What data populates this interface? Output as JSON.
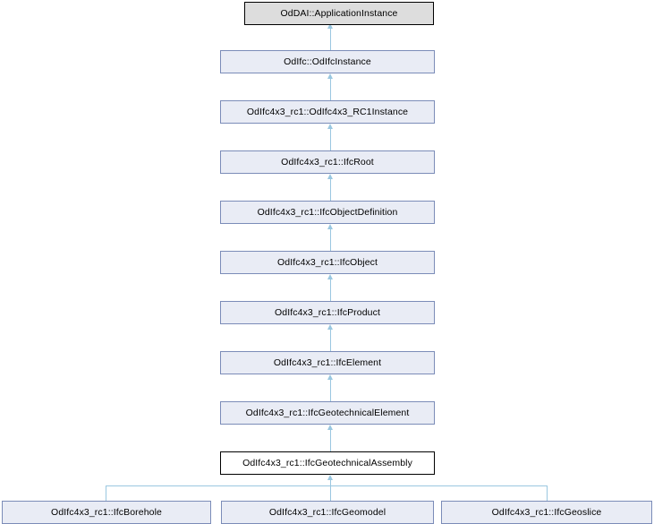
{
  "diagram": {
    "title": "Inheritance diagram for OdIfc4x3_rc1::IfcGeotechnicalAssembly",
    "type": "class-inheritance",
    "colors": {
      "inherit_fill": "#e9ecf5",
      "inherit_border": "#7b8cb8",
      "root_fill": "#dddddd",
      "root_border": "#000000",
      "current_fill": "#ffffff",
      "current_border": "#000000",
      "edge": "#9ac7e0",
      "background": "#ffffff"
    },
    "nodes": [
      {
        "id": "n0",
        "label": "OdDAI::ApplicationInstance",
        "style": "root"
      },
      {
        "id": "n1",
        "label": "OdIfc::OdIfcInstance",
        "style": "inherit"
      },
      {
        "id": "n2",
        "label": "OdIfc4x3_rc1::OdIfc4x3_RC1Instance",
        "style": "inherit"
      },
      {
        "id": "n3",
        "label": "OdIfc4x3_rc1::IfcRoot",
        "style": "inherit"
      },
      {
        "id": "n4",
        "label": "OdIfc4x3_rc1::IfcObjectDefinition",
        "style": "inherit"
      },
      {
        "id": "n5",
        "label": "OdIfc4x3_rc1::IfcObject",
        "style": "inherit"
      },
      {
        "id": "n6",
        "label": "OdIfc4x3_rc1::IfcProduct",
        "style": "inherit"
      },
      {
        "id": "n7",
        "label": "OdIfc4x3_rc1::IfcElement",
        "style": "inherit"
      },
      {
        "id": "n8",
        "label": "OdIfc4x3_rc1::IfcGeotechnicalElement",
        "style": "inherit"
      },
      {
        "id": "n9",
        "label": "OdIfc4x3_rc1::IfcGeotechnicalAssembly",
        "style": "current"
      },
      {
        "id": "n10",
        "label": "OdIfc4x3_rc1::IfcBorehole",
        "style": "inherit"
      },
      {
        "id": "n11",
        "label": "OdIfc4x3_rc1::IfcGeomodel",
        "style": "inherit"
      },
      {
        "id": "n12",
        "label": "OdIfc4x3_rc1::IfcGeoslice",
        "style": "inherit"
      }
    ],
    "edges": [
      {
        "from": "n1",
        "to": "n0"
      },
      {
        "from": "n2",
        "to": "n1"
      },
      {
        "from": "n3",
        "to": "n2"
      },
      {
        "from": "n4",
        "to": "n3"
      },
      {
        "from": "n5",
        "to": "n4"
      },
      {
        "from": "n6",
        "to": "n5"
      },
      {
        "from": "n7",
        "to": "n6"
      },
      {
        "from": "n8",
        "to": "n7"
      },
      {
        "from": "n9",
        "to": "n8"
      },
      {
        "from": "n10",
        "to": "n9"
      },
      {
        "from": "n11",
        "to": "n9"
      },
      {
        "from": "n12",
        "to": "n9"
      }
    ]
  }
}
